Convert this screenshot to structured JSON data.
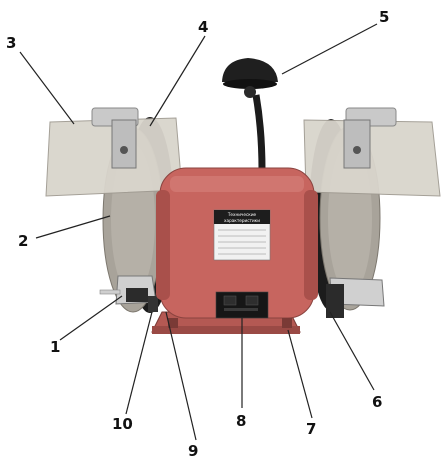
{
  "callouts": {
    "n1": "1",
    "n2": "2",
    "n3": "3",
    "n4": "4",
    "n5": "5",
    "n6": "6",
    "n7": "7",
    "n8": "8",
    "n9": "9",
    "n10": "10"
  },
  "label_plate": {
    "heading_line1": "Технические",
    "heading_line2": "характеристики"
  },
  "colors": {
    "motor_body": "#c7655f",
    "motor_shade": "#a9504b",
    "wheel_stone": "#a8a39a",
    "shield_glass": "#d9d5cc",
    "metal": "#c9c9c9",
    "dark": "#1c1c1c"
  }
}
